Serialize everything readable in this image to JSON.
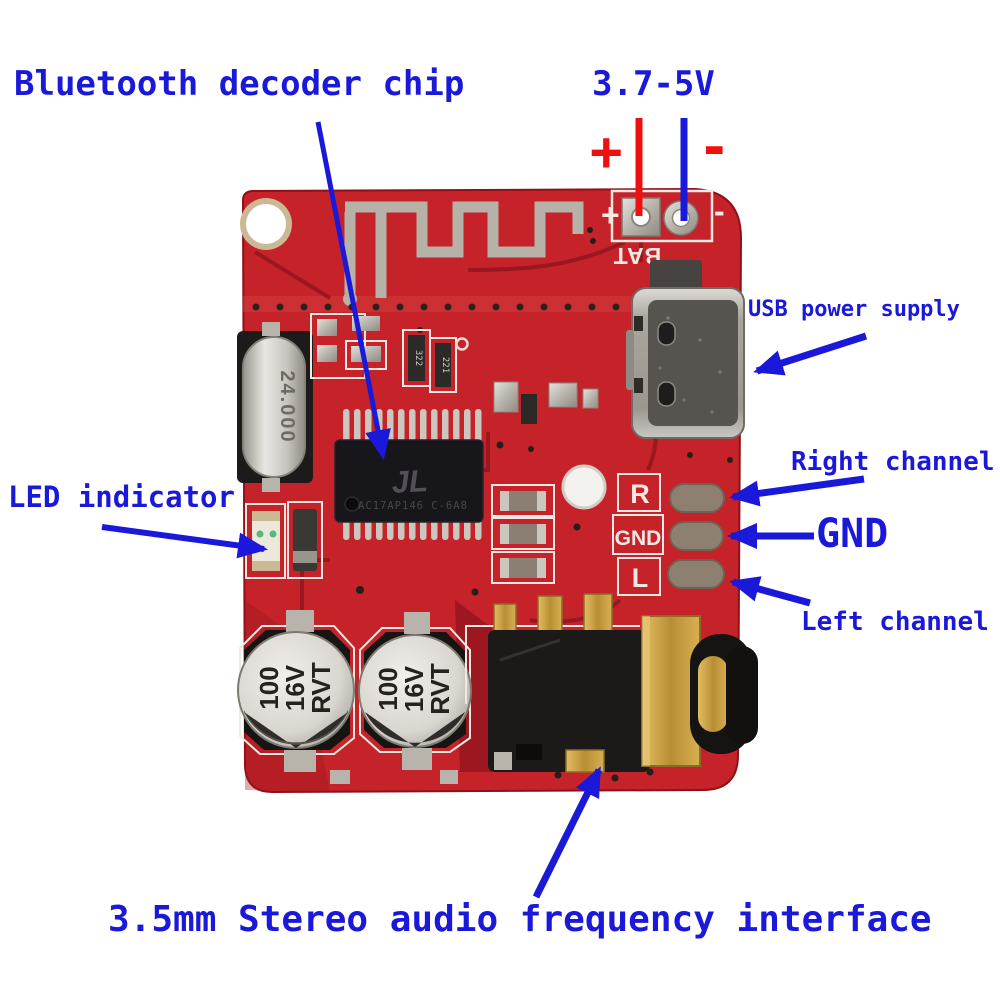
{
  "colors": {
    "annotation_blue": "#1b19d9",
    "annotation_red": "#ee0f0f",
    "board_red": "#c52329",
    "board_trace_dark": "#96161e",
    "silkscreen_white": "#f0e8e2",
    "metal_silver": "#b8b4ac",
    "metal_gold": "#c79b3e"
  },
  "annotations": {
    "bluetooth_chip": "Bluetooth decoder chip",
    "voltage_range": "3.7-5V",
    "power_plus": "+",
    "power_minus": "-",
    "usb_power": "USB power supply",
    "right_channel": "Right channel",
    "gnd": "GND",
    "left_channel": "Left channel",
    "led_indicator": "LED indicator",
    "audio_jack": "3.5mm Stereo audio frequency interface"
  },
  "board_silkscreen": {
    "bat": "BAT",
    "pad_plus": "+",
    "pad_minus": "-",
    "pad_r": "R",
    "pad_gnd": "GND",
    "pad_l": "L"
  },
  "component_markings": {
    "crystal": "24.000",
    "chip_logo": "JL",
    "chip_code": "AC17AP146 C-6A8",
    "resistor_a": "322",
    "resistor_b": "221",
    "cap_lines": [
      "100",
      "16V",
      "RVT"
    ]
  }
}
